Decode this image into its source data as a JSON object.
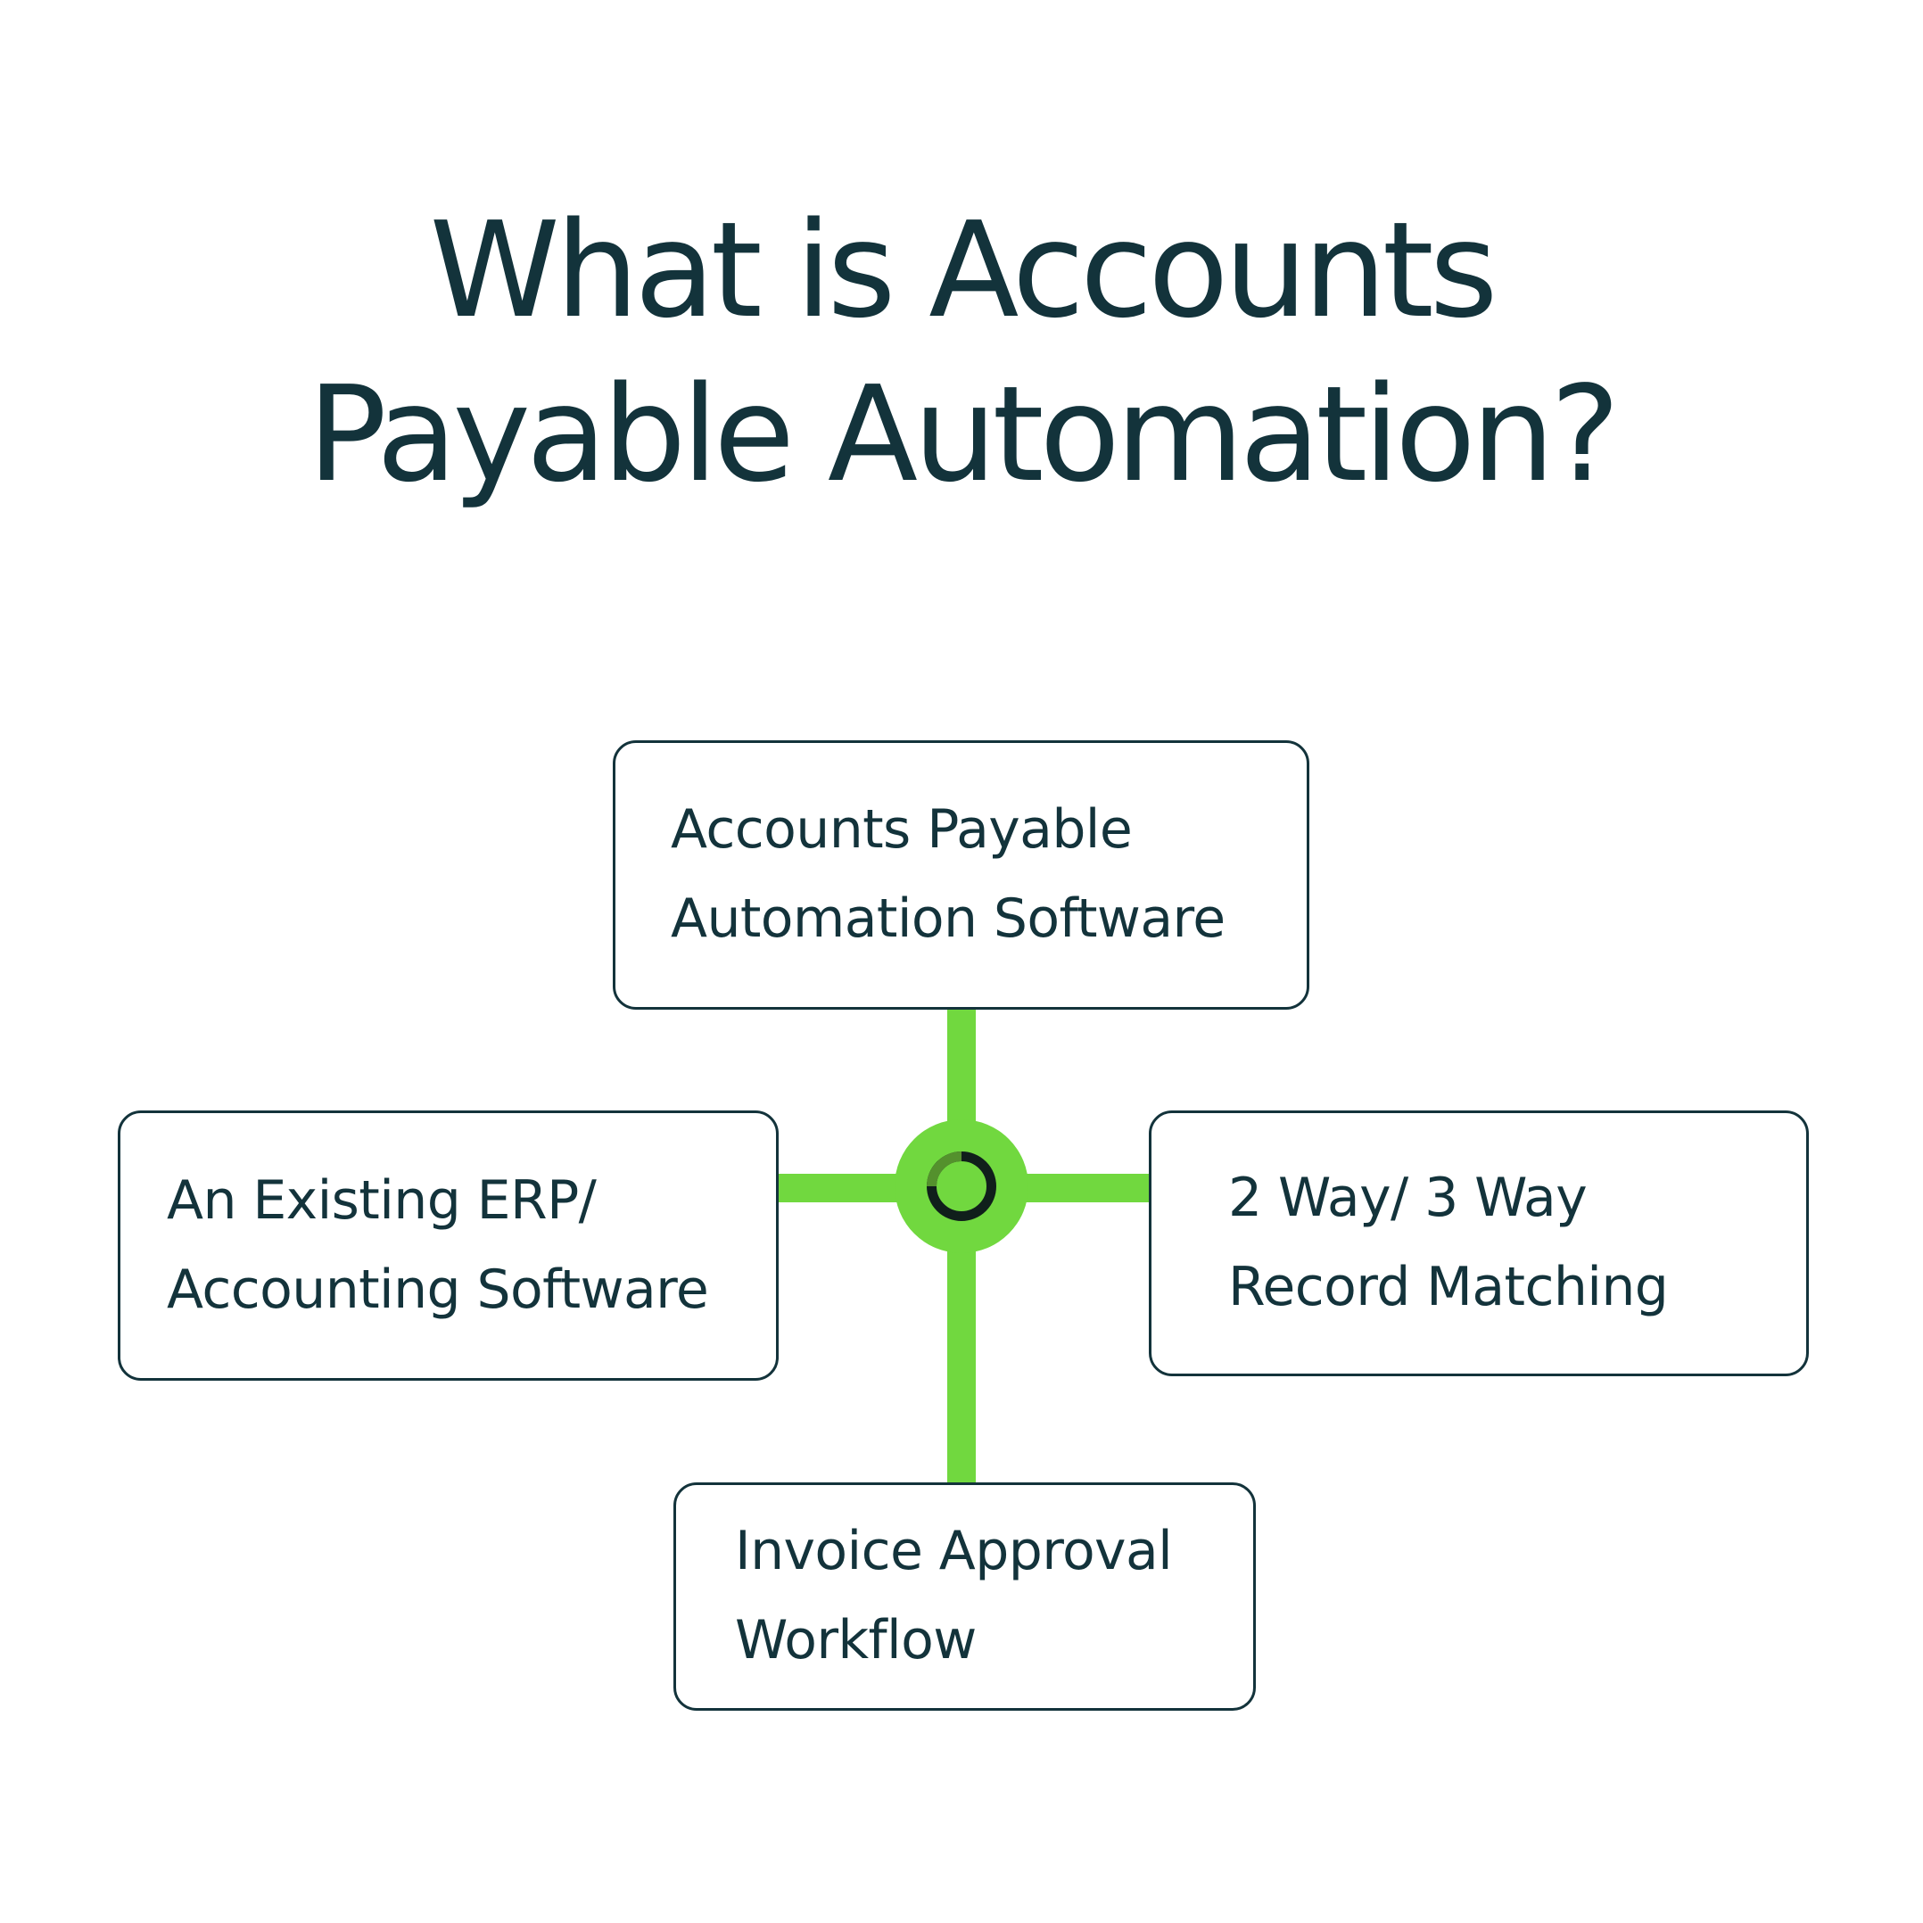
{
  "title": {
    "line1": "What is Accounts",
    "line2": "Payable Automation?"
  },
  "nodes": {
    "top": {
      "line1": "Accounts Payable",
      "line2": "Automation Software"
    },
    "left": {
      "line1": "An Existing ERP/",
      "line2": "Accounting Software"
    },
    "right": {
      "line1": "2 Way/ 3 Way",
      "line2": "Record Matching"
    },
    "bottom": {
      "line1": "Invoice Approval",
      "line2": "Workflow"
    }
  },
  "hub": {
    "icon": "progress-ring-icon"
  },
  "colors": {
    "page-bg": "#ffffff",
    "ink": "#13333b",
    "green": "#71d83f",
    "ring-dark": "#101f1b",
    "ring-olive": "#54912d",
    "box-bg": "#ffffff"
  }
}
